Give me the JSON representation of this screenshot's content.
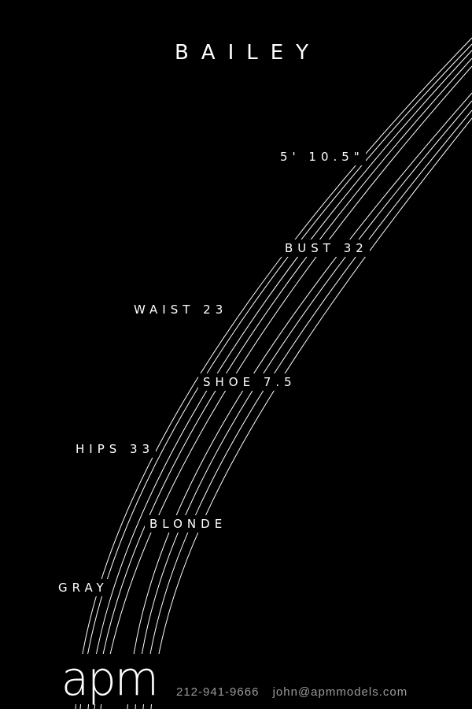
{
  "colors": {
    "background": "#000000",
    "text": "#ffffff",
    "contact_text": "#9a9a9a",
    "lines": "#ffffff"
  },
  "model": {
    "name": "BAILEY"
  },
  "stats": {
    "height": "5' 10.5\"",
    "bust": "BUST 32",
    "waist": "WAIST 23",
    "shoe": "SHOE 7.5",
    "hips": "HIPS 33",
    "hair": "BLONDE",
    "eyes": "GRAY"
  },
  "footer": {
    "logo_text": "apm",
    "phone": "212-941-9666",
    "email": "john@apmmodels.com"
  }
}
